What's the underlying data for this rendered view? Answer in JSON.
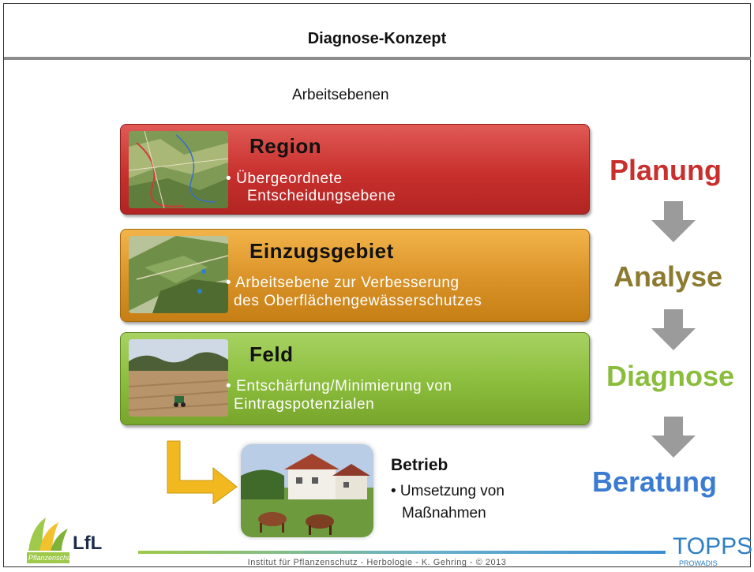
{
  "slide": {
    "title": "Diagnose-Konzept",
    "subtitle": "Arbeitsebenen"
  },
  "levels": [
    {
      "name": "Region",
      "desc": [
        "• Übergeordnete",
        "Entscheidungsebene"
      ],
      "color": "#c8302d"
    },
    {
      "name": "Einzugsgebiet",
      "desc": [
        "• Arbeitsebene zur Verbesserung",
        "des Oberflächengewässerschutzes"
      ],
      "color": "#d99227"
    },
    {
      "name": "Feld",
      "desc": [
        "• Entschärfung/Minimierung von",
        "Eintragspotenzialen"
      ],
      "color": "#8bbd3c"
    }
  ],
  "betrieb": {
    "title": "Betrieb",
    "lines": [
      "• Umsetzung von",
      "Maßnahmen"
    ]
  },
  "flow": [
    {
      "label": "Planung",
      "color": "#c8302d"
    },
    {
      "label": "Analyse",
      "color": "#8b7a2f"
    },
    {
      "label": "Diagnose",
      "color": "#8bbd3c"
    },
    {
      "label": "Beratung",
      "color": "#3b7bd1"
    }
  ],
  "footer": {
    "text": "Institut für Pflanzenschutz  -  Herbologie  -  K. Gehring  -  © 2013",
    "lfl_logo": "LfL",
    "lfl_sub": "Pflanzenschutz",
    "topps_logo": "TOPPS",
    "topps_sub": "PROWADIS"
  }
}
